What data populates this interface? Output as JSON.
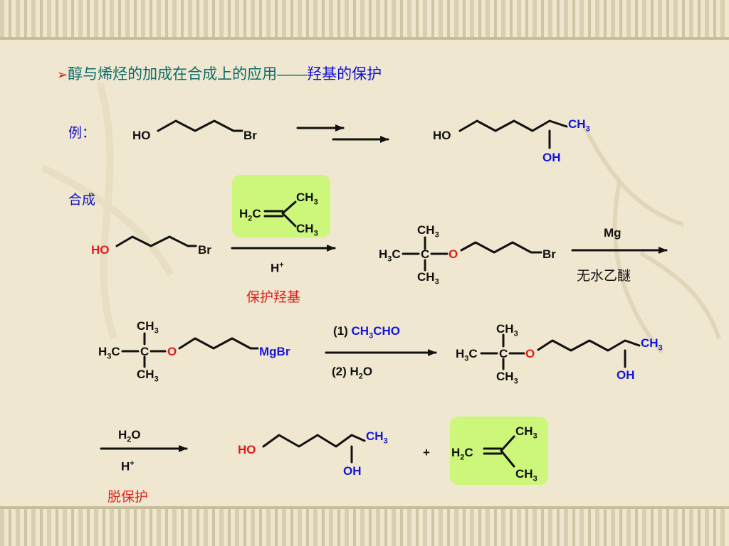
{
  "slide": {
    "title_prefix": "醇与烯烃的加成在合成上的应用——",
    "title_highlight": "羟基的保护",
    "label_example": "例：",
    "label_synthesis": "合成"
  },
  "example": {
    "start_ho": "HO",
    "start_br": "Br",
    "product_ho": "HO",
    "product_ch3": "CH3",
    "product_oh": "OH"
  },
  "step1": {
    "reactant_ho": "HO",
    "reactant_br": "Br",
    "reagent_isobutylene_ch3_top": "CH3",
    "reagent_isobutylene_h2c": "H2C",
    "reagent_isobutylene_ch3_bottom": "CH3",
    "catalyst": "H+",
    "caption": "保护羟基",
    "product_ch3_top": "CH3",
    "product_h3c": "H3C",
    "product_c": "C",
    "product_o": "O",
    "product_ch3_bottom": "CH3",
    "product_br": "Br",
    "reagent_mg": "Mg",
    "solvent": "无水乙醚"
  },
  "step2": {
    "grignard_ch3_top": "CH3",
    "grignard_h3c": "H3C",
    "grignard_c": "C",
    "grignard_o": "O",
    "grignard_ch3_bottom": "CH3",
    "grignard_mgbr": "MgBr",
    "condition1_num": "(1)",
    "condition1_reagent": "CH3CHO",
    "condition2": "(2) H2O",
    "product_ch3_top": "CH3",
    "product_h3c": "H3C",
    "product_c": "C",
    "product_o": "O",
    "product_ch3_bottom": "CH3",
    "product_ch3_side": "CH3",
    "product_oh": "OH"
  },
  "step3": {
    "reagent_water": "H2O",
    "catalyst": "H+",
    "caption": "脱保护",
    "product_ho": "HO",
    "product_ch3": "CH3",
    "product_oh": "OH",
    "plus": "+",
    "isobutylene_ch3_top": "CH3",
    "isobutylene_h2c": "H2C",
    "isobutylene_ch3_bottom": "CH3"
  },
  "colors": {
    "teal_title": "#0b6b6b",
    "blue_accent": "#1515d8",
    "red_accent": "#e01b1b",
    "green_highlight": "#ccf77a",
    "background": "#efe7cf"
  }
}
